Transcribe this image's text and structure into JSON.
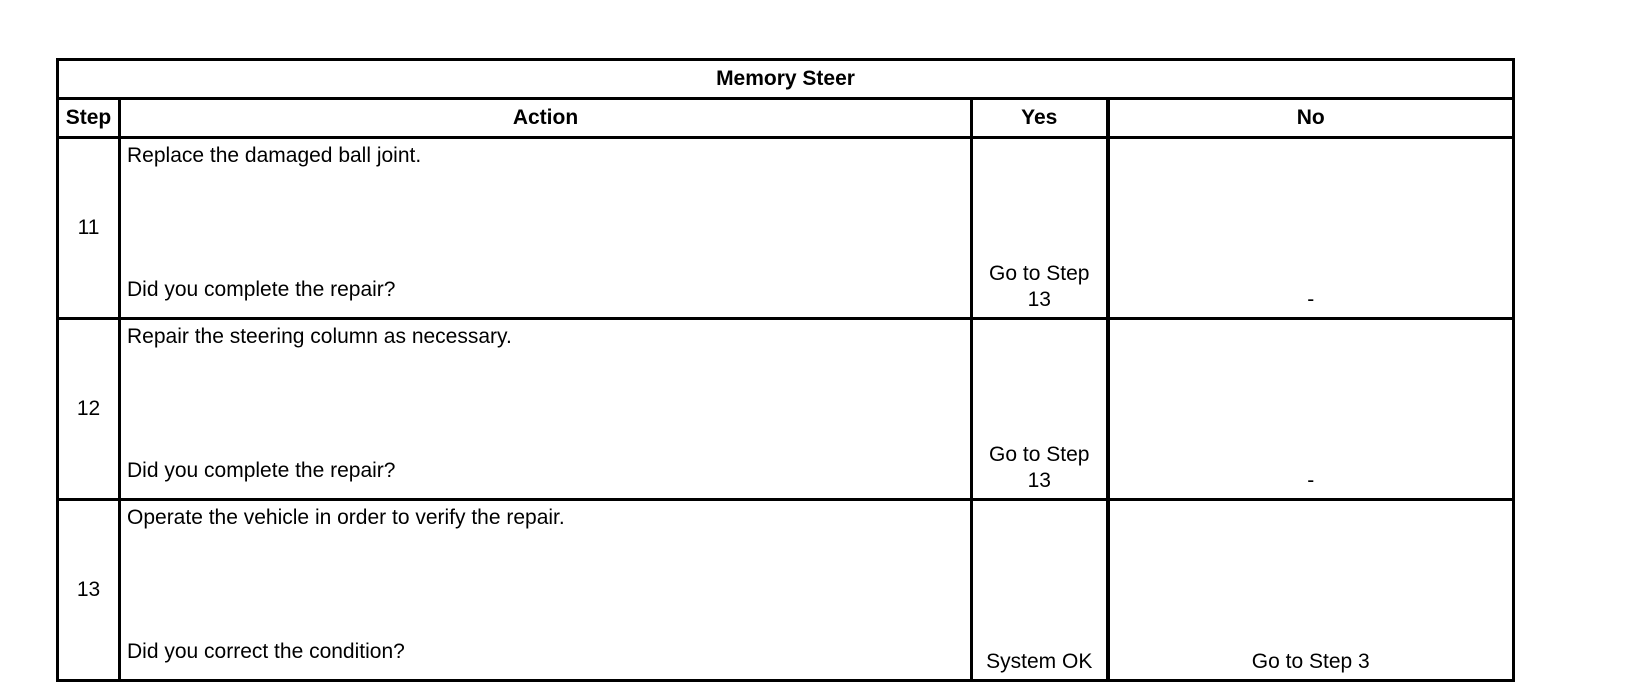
{
  "table": {
    "title": "Memory Steer",
    "headers": {
      "step": "Step",
      "action": "Action",
      "yes": "Yes",
      "no": "No"
    },
    "rows": [
      {
        "step": "11",
        "action_main": "Replace the damaged ball joint.",
        "action_question": "Did you complete the repair?",
        "yes": "Go to Step 13",
        "no": "-"
      },
      {
        "step": "12",
        "action_main": "Repair the steering column as necessary.",
        "action_question": "Did you complete the repair?",
        "yes": "Go to Step 13",
        "no": "-"
      },
      {
        "step": "13",
        "action_main": "Operate the vehicle in order to verify the repair.",
        "action_question": "Did you correct the condition?",
        "yes": "System OK",
        "no": "Go to Step 3"
      }
    ]
  }
}
